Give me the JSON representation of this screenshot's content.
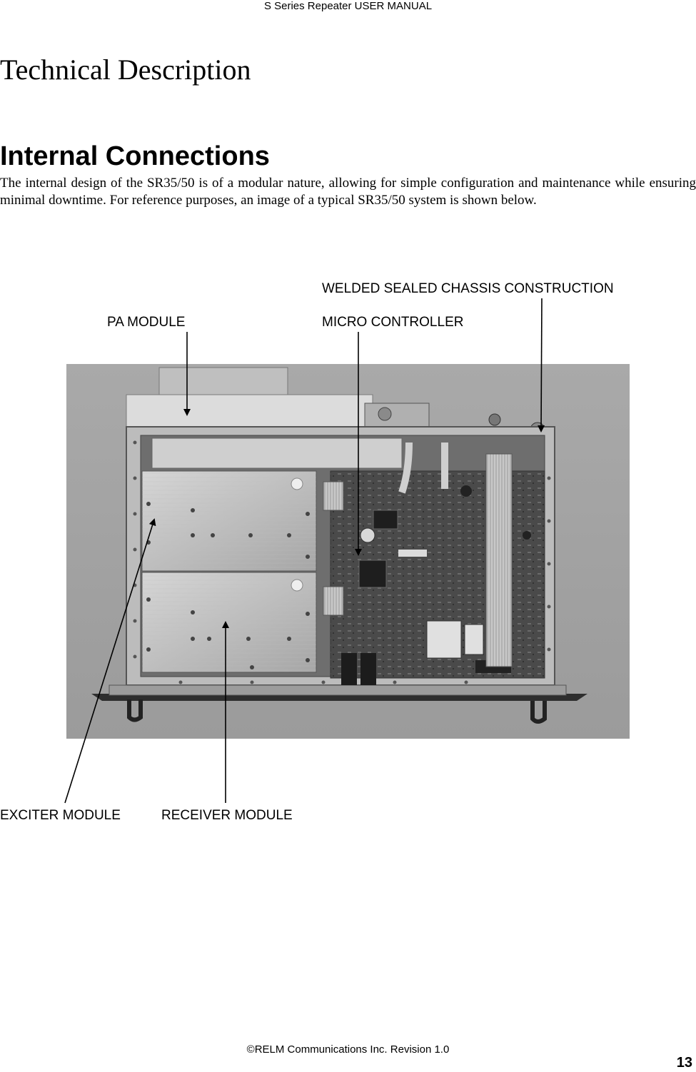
{
  "header": {
    "running_title": "S Series Repeater USER MANUAL"
  },
  "page": {
    "title": "Technical Description",
    "section_heading": "Internal Connections",
    "intro_paragraph": "The internal design of the SR35/50 is of a modular nature, allowing for simple configuration and maintenance while ensuring minimal downtime. For reference purposes, an image of a typical SR35/50 system is shown below."
  },
  "figure": {
    "labels": {
      "welded_chassis": "WELDED SEALED CHASSIS CONSTRUCTION",
      "pa_module": "PA MODULE",
      "micro_controller": "MICRO CONTROLLER",
      "exciter_module": "EXCITER MODULE",
      "receiver_module": "RECEIVER MODULE"
    }
  },
  "footer": {
    "copyright": "©RELM Communications Inc.  Revision 1.0",
    "page_number": "13"
  }
}
